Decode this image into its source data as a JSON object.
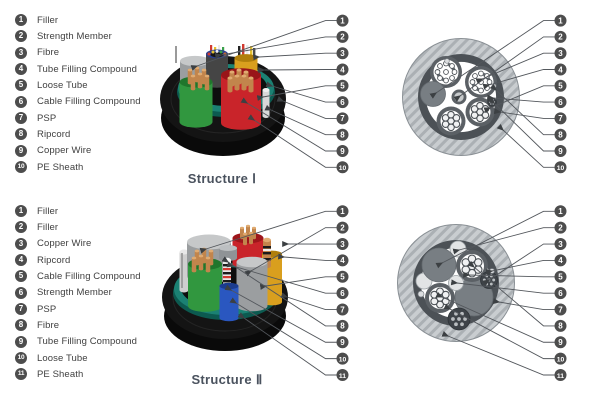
{
  "page": {
    "background": "#ffffff"
  },
  "structures": [
    {
      "name": "Structure Ⅰ",
      "legend": [
        {
          "num": "1",
          "label": "Filler"
        },
        {
          "num": "2",
          "label": "Strength Member"
        },
        {
          "num": "3",
          "label": "Fibre"
        },
        {
          "num": "4",
          "label": "Tube Filling Compound"
        },
        {
          "num": "5",
          "label": "Loose Tube"
        },
        {
          "num": "6",
          "label": "Cable Filling Compound"
        },
        {
          "num": "7",
          "label": "PSP"
        },
        {
          "num": "8",
          "label": "Ripcord"
        },
        {
          "num": "9",
          "label": "Copper Wire"
        },
        {
          "num": "10",
          "label": "PE Sheath"
        }
      ]
    },
    {
      "name": "Structure Ⅱ",
      "legend": [
        {
          "num": "1",
          "label": "Filler"
        },
        {
          "num": "2",
          "label": "Filler"
        },
        {
          "num": "3",
          "label": "Copper Wire"
        },
        {
          "num": "4",
          "label": "Ripcord"
        },
        {
          "num": "5",
          "label": "Cable Filling Compound"
        },
        {
          "num": "6",
          "label": "Strength Member"
        },
        {
          "num": "7",
          "label": "PSP"
        },
        {
          "num": "8",
          "label": "Fibre"
        },
        {
          "num": "9",
          "label": "Tube Filling Compound"
        },
        {
          "num": "10",
          "label": "Loose Tube"
        },
        {
          "num": "11",
          "label": "PE Sheath"
        }
      ]
    }
  ],
  "colors": {
    "badge": "#4d4d4d",
    "badge_text": "#ffffff",
    "legend_text": "#3f3f3f",
    "callout_line": "#53575c",
    "label_text": "#4a525e",
    "sheath_black": "#141414",
    "psp_teal": "#1b8173",
    "psp_teal_dark": "#0c5a50",
    "tube_red": "#c9242a",
    "tube_green": "#31973f",
    "tube_yellow": "#d99f1e",
    "tube_blue": "#2a57c0",
    "tube_gray": "#9b9ea0",
    "fiber_copper": "#c2854c",
    "cross_section_bg": "#c9cdd0",
    "cross_section_hatch": "#abb0b4",
    "cross_section_ring": "#4c5156",
    "cross_section_tube": "#5b6065",
    "cross_section_filler": "#787e83",
    "cross_section_copper": "#3e4348"
  }
}
